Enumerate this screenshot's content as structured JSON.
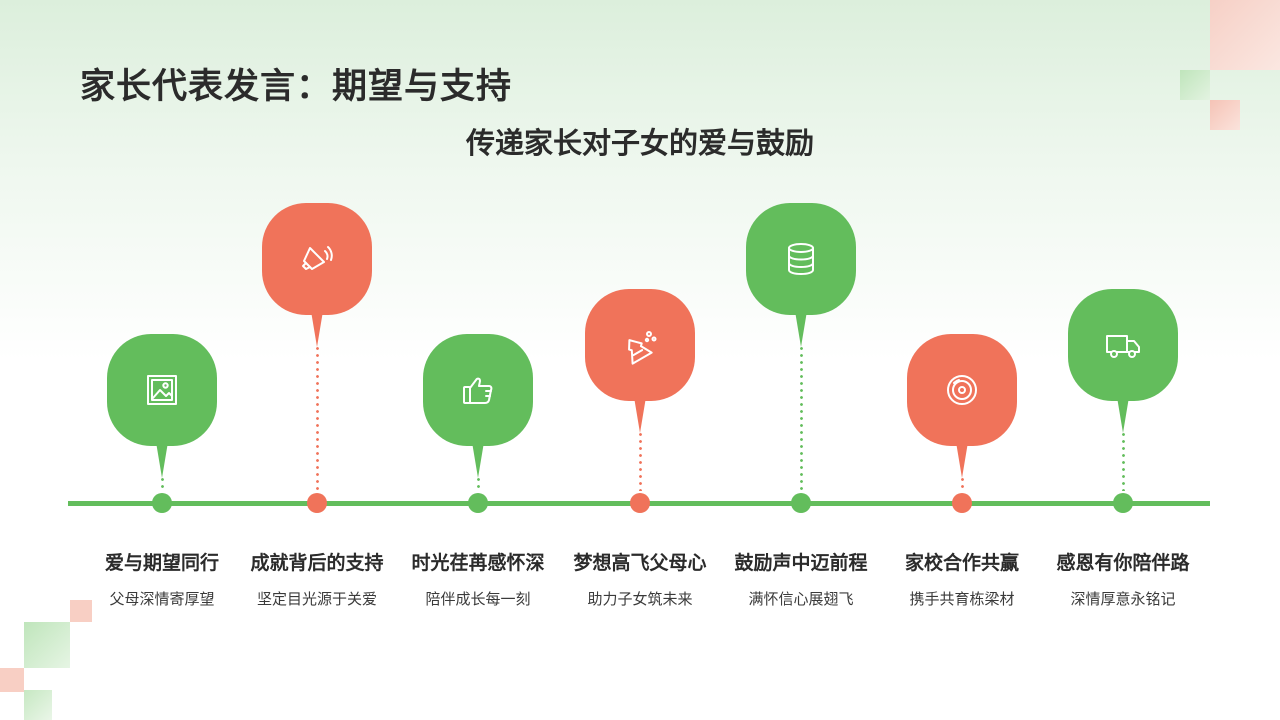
{
  "header": {
    "title": "家长代表发言：期望与支持",
    "subtitle": "传递家长对子女的爱与鼓励"
  },
  "colors": {
    "green": "#63bd5c",
    "red": "#f0735a",
    "text": "#2b2b2b"
  },
  "milestones": [
    {
      "label": "爱与期望同行",
      "desc": "父母深情寄厚望",
      "color": "green",
      "position": "low",
      "icon": "picture-icon"
    },
    {
      "label": "成就背后的支持",
      "desc": "坚定目光源于关爱",
      "color": "red",
      "position": "high",
      "icon": "megaphone-icon"
    },
    {
      "label": "时光荏苒感怀深",
      "desc": "陪伴成长每一刻",
      "color": "green",
      "position": "low",
      "icon": "thumbs-up-icon"
    },
    {
      "label": "梦想高飞父母心",
      "desc": "助力子女筑未来",
      "color": "red",
      "position": "mid",
      "icon": "flask-icon"
    },
    {
      "label": "鼓励声中迈前程",
      "desc": "满怀信心展翅飞",
      "color": "green",
      "position": "high",
      "icon": "database-icon"
    },
    {
      "label": "家校合作共赢",
      "desc": "携手共育栋梁材",
      "color": "red",
      "position": "low",
      "icon": "disc-icon"
    },
    {
      "label": "感恩有你陪伴路",
      "desc": "深情厚意永铭记",
      "color": "green",
      "position": "mid",
      "icon": "truck-icon"
    }
  ]
}
